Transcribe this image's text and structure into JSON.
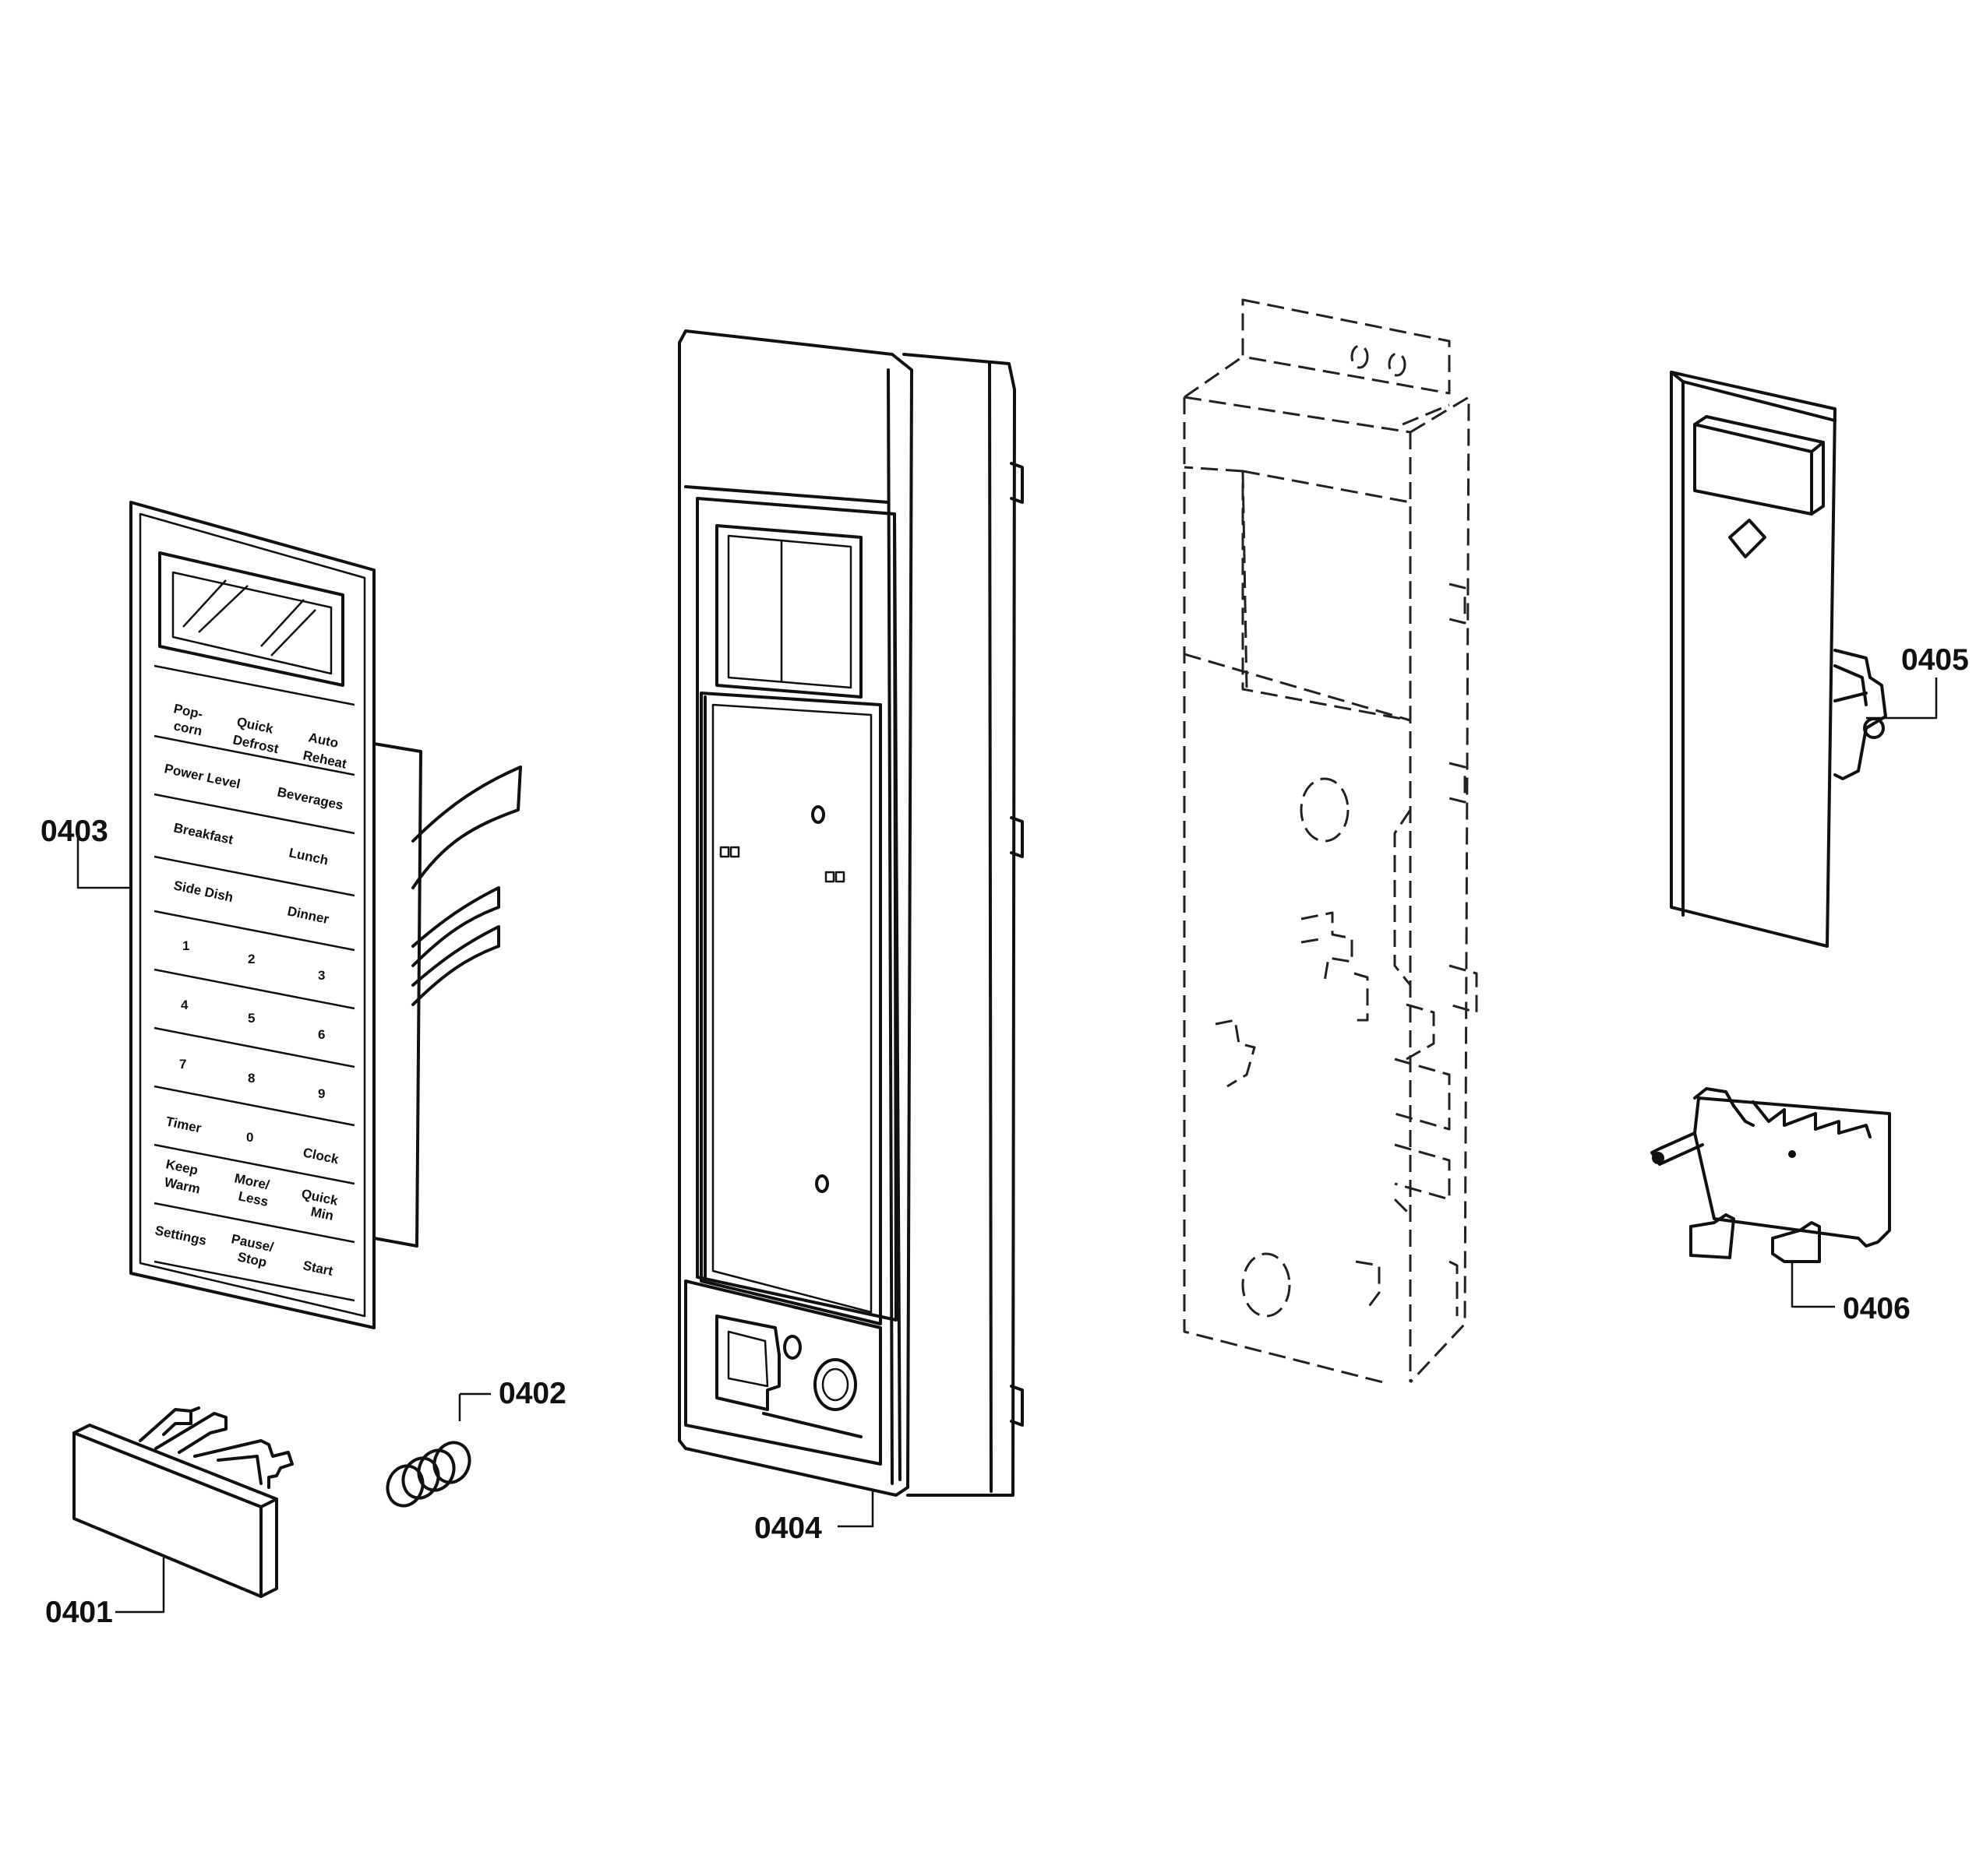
{
  "callouts": {
    "c0401": "0401",
    "c0402": "0402",
    "c0403": "0403",
    "c0404": "0404",
    "c0405": "0405",
    "c0406": "0406"
  },
  "keypad": {
    "k_popcorn_a": "Pop-",
    "k_popcorn_b": "corn",
    "k_quick_defrost_a": "Quick",
    "k_quick_defrost_b": "Defrost",
    "k_auto_reheat_a": "Auto",
    "k_auto_reheat_b": "Reheat",
    "k_power_level": "Power Level",
    "k_beverages": "Beverages",
    "k_breakfast": "Breakfast",
    "k_lunch": "Lunch",
    "k_side_dish": "Side Dish",
    "k_dinner": "Dinner",
    "k_1": "1",
    "k_2": "2",
    "k_3": "3",
    "k_4": "4",
    "k_5": "5",
    "k_6": "6",
    "k_7": "7",
    "k_8": "8",
    "k_9": "9",
    "k_timer": "Timer",
    "k_0": "0",
    "k_clock": "Clock",
    "k_keep_warm_a": "Keep",
    "k_keep_warm_b": "Warm",
    "k_more_less_a": "More/",
    "k_more_less_b": "Less",
    "k_quick_min_a": "Quick",
    "k_quick_min_b": "Min",
    "k_settings": "Settings",
    "k_pause_stop_a": "Pause/",
    "k_pause_stop_b": "Stop",
    "k_start": "Start"
  }
}
